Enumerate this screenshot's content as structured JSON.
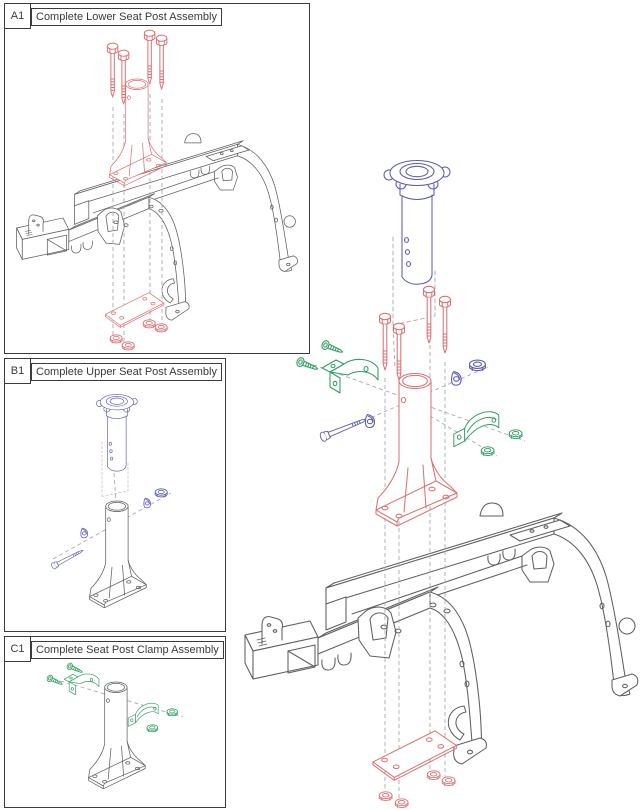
{
  "panels": [
    {
      "id": "A1",
      "title": "Complete Lower Seat Post Assembly"
    },
    {
      "id": "B1",
      "title": "Complete Upper Seat Post Assembly"
    },
    {
      "id": "C1",
      "title": "Complete Seat Post Clamp Assembly"
    }
  ],
  "colors": {
    "red-part": "#dd7272",
    "blue-part": "#5c5cb2",
    "green-part": "#2f9c60",
    "frame-line": "#5f5f5f",
    "dash-line": "#ababab",
    "panel-border": "#3c3c3c",
    "label-text": "#3a3a3a",
    "page-bg": "#ffffff"
  }
}
